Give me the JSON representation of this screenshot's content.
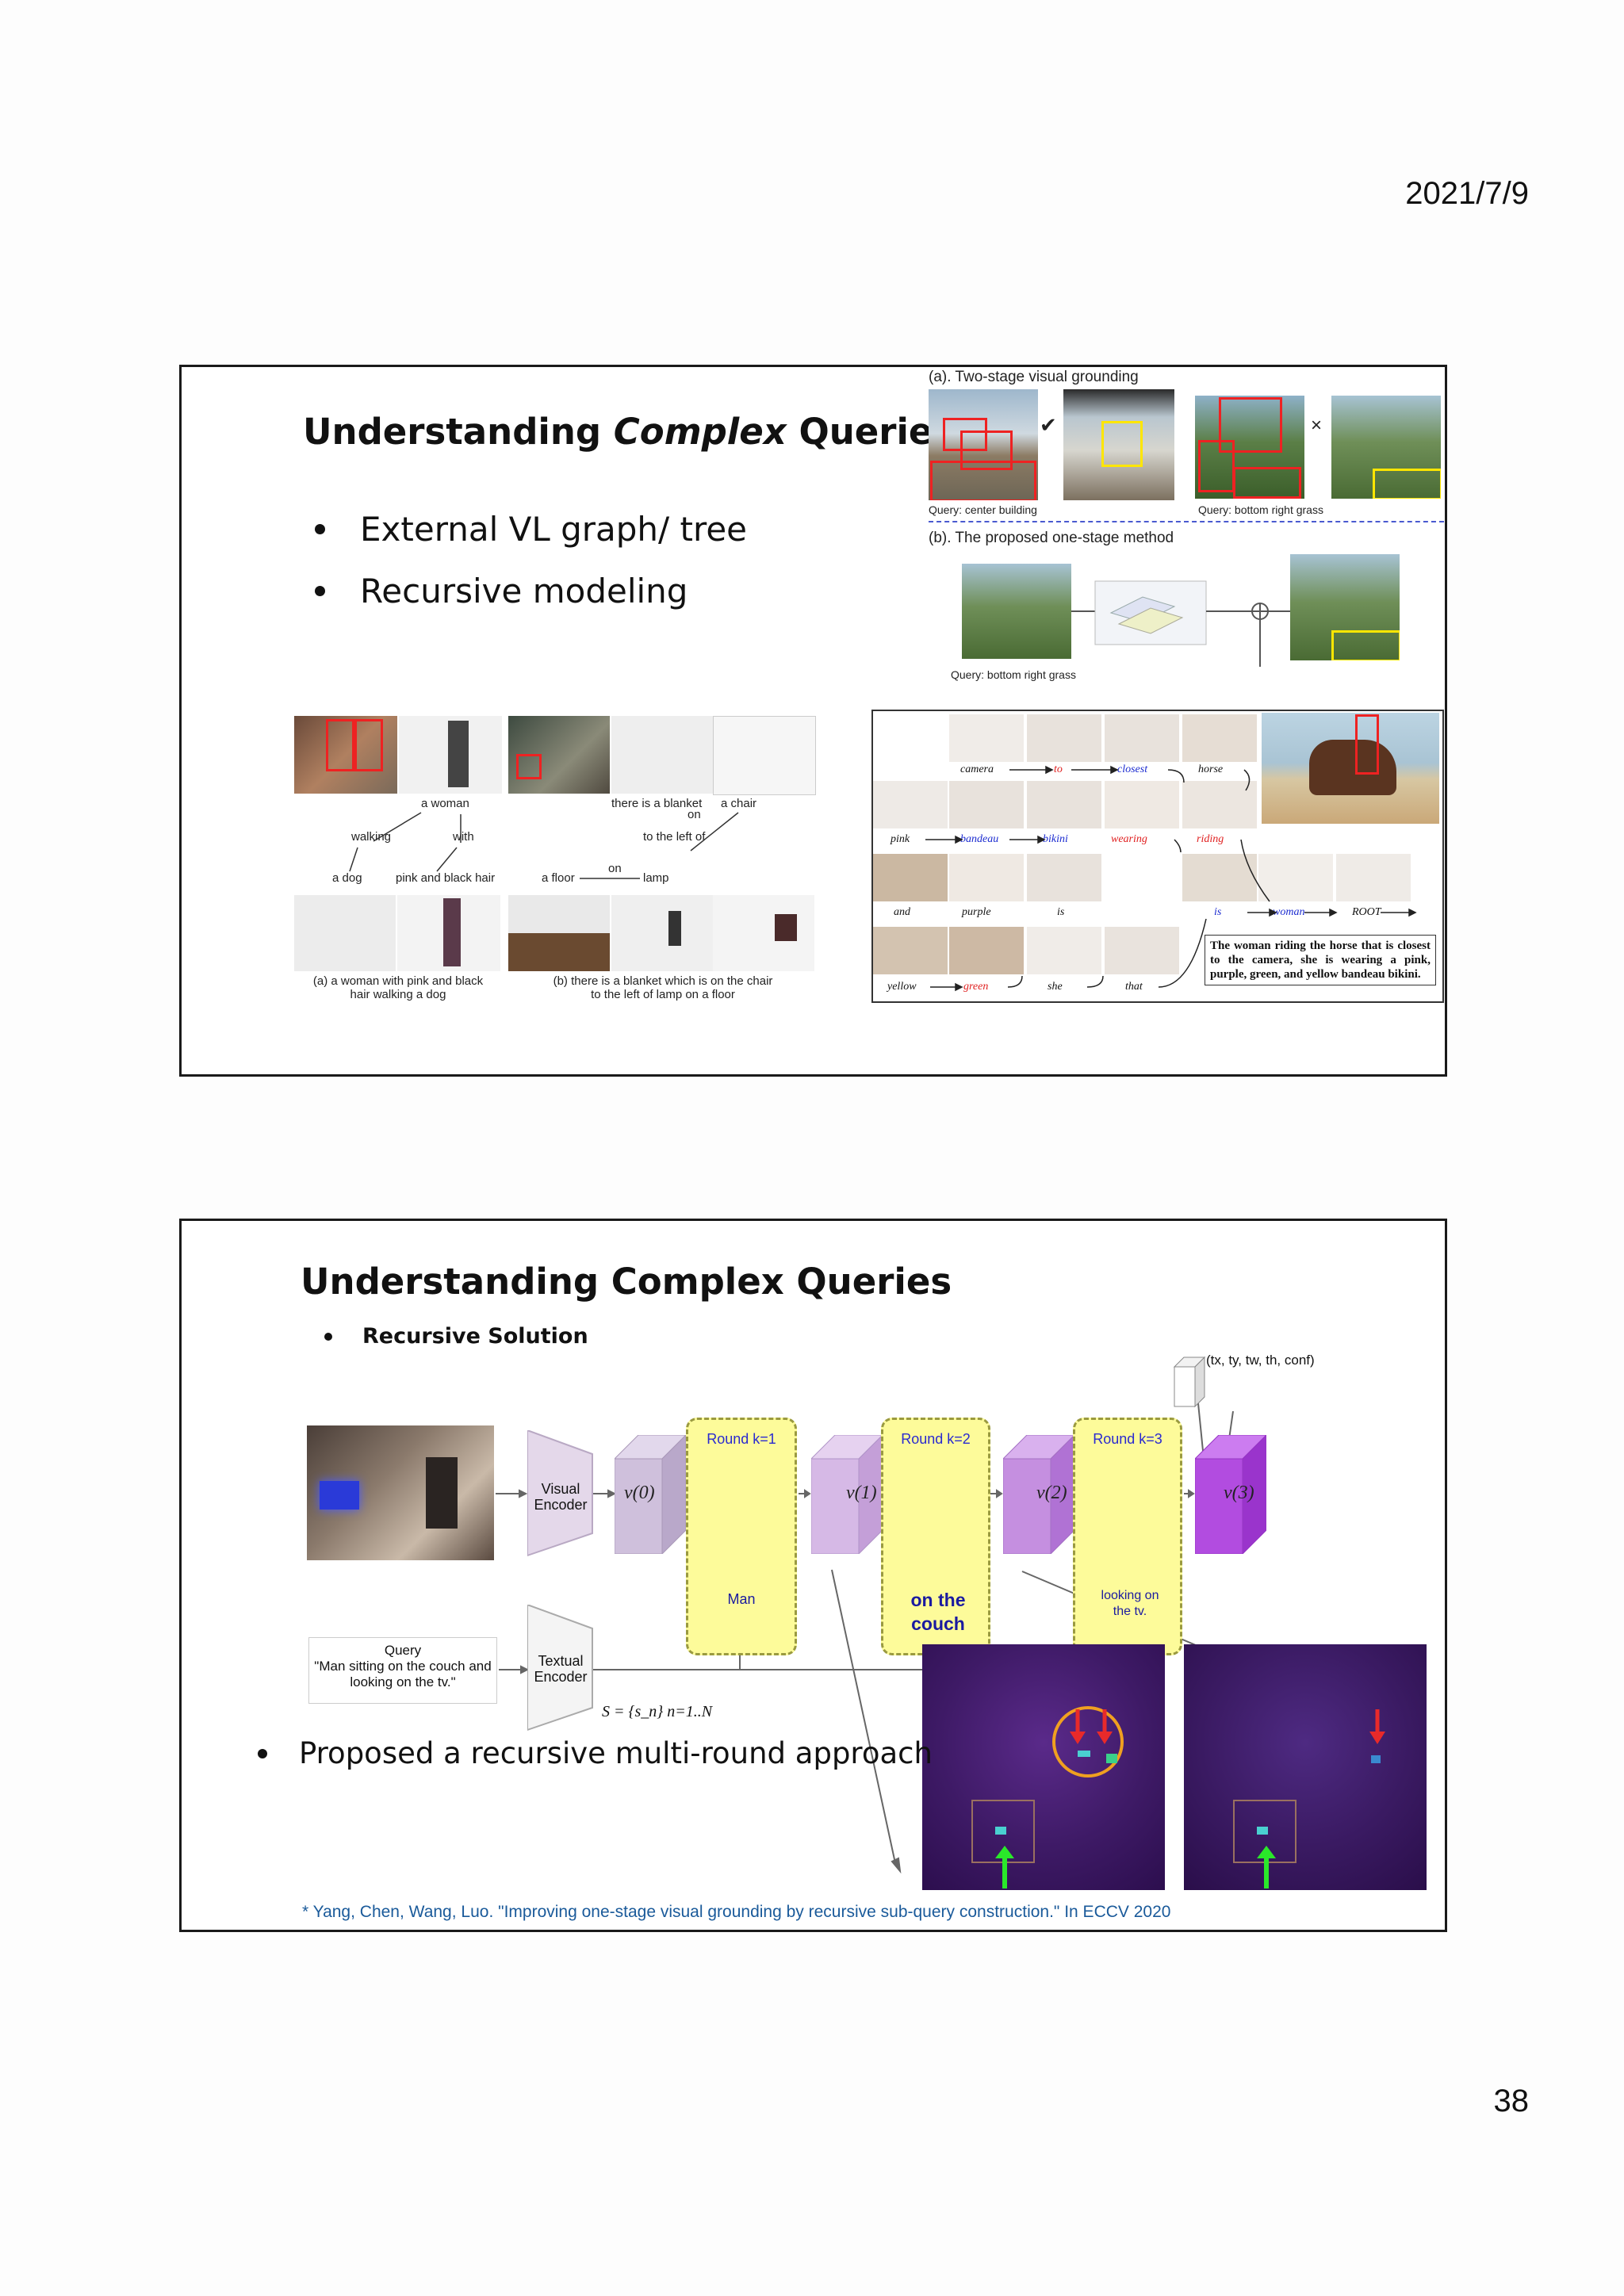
{
  "header": {
    "date": "2021/7/9"
  },
  "footer": {
    "page_number": "38"
  },
  "slide1": {
    "title_pre": "Understanding ",
    "title_em": "Complex",
    "title_post": " Queries",
    "bullets": [
      "External VL graph/ tree",
      "Recursive modeling"
    ],
    "fig_a": {
      "caption_a": "(a). Two-stage visual grounding",
      "query1": "Query: center building",
      "query2": "Query: bottom right grass",
      "check": "✔",
      "cross": "×",
      "caption_b": "(b). The proposed one-stage method",
      "query3": "Query: bottom right grass"
    },
    "fig_graph": {
      "labels": [
        "a woman",
        "walking",
        "with",
        "a dog",
        "pink and black hair",
        "there is a blanket",
        "on",
        "a chair",
        "to the left of",
        "a floor",
        "on",
        "lamp"
      ],
      "caption_a": "(a) a woman with pink and black hair walking a dog",
      "caption_a1": "(a) a woman with pink and black",
      "caption_a2": "hair walking a dog",
      "caption_b1": "(b) there is a blanket which is on the chair",
      "caption_b2": "to the left of lamp on a floor"
    },
    "fig_tree": {
      "row1": [
        "camera",
        "to",
        "closest",
        "horse"
      ],
      "row2": [
        "pink",
        "bandeau",
        "bikini",
        "wearing",
        "riding"
      ],
      "row3": [
        "and",
        "purple",
        "is",
        "is",
        "woman",
        "ROOT"
      ],
      "row4": [
        "yellow",
        "green",
        "she",
        "that"
      ],
      "sentence": "The woman riding the horse that is closest to the camera, she is wearing a pink, purple, green, and yellow bandeau bikini."
    }
  },
  "slide2": {
    "title": "Understanding Complex Queries",
    "sub_bullet": "Recursive Solution",
    "bullet": "Proposed a recursive multi-round approach",
    "citation": "* Yang, Chen, Wang, Luo. \"Improving one-stage visual grounding by recursive sub-query construction.\" In ECCV 2020",
    "diagram": {
      "output_label": "(tx, ty, tw, th, conf)",
      "visual_encoder": "Visual Encoder",
      "textual_encoder": "Textual Encoder",
      "query_title": "Query",
      "query_text": "\"Man sitting on the couch and looking on the tv.\"",
      "s_formula": "S = {s_n} n=1..N",
      "v_labels": [
        "v(0)",
        "v(1)",
        "v(2)",
        "v(3)"
      ],
      "rounds": [
        {
          "label": "Round k=1",
          "word": "Man"
        },
        {
          "label": "Round k=2",
          "word": "on the couch"
        },
        {
          "label": "Round k=3",
          "word": "looking on the tv."
        }
      ]
    }
  }
}
